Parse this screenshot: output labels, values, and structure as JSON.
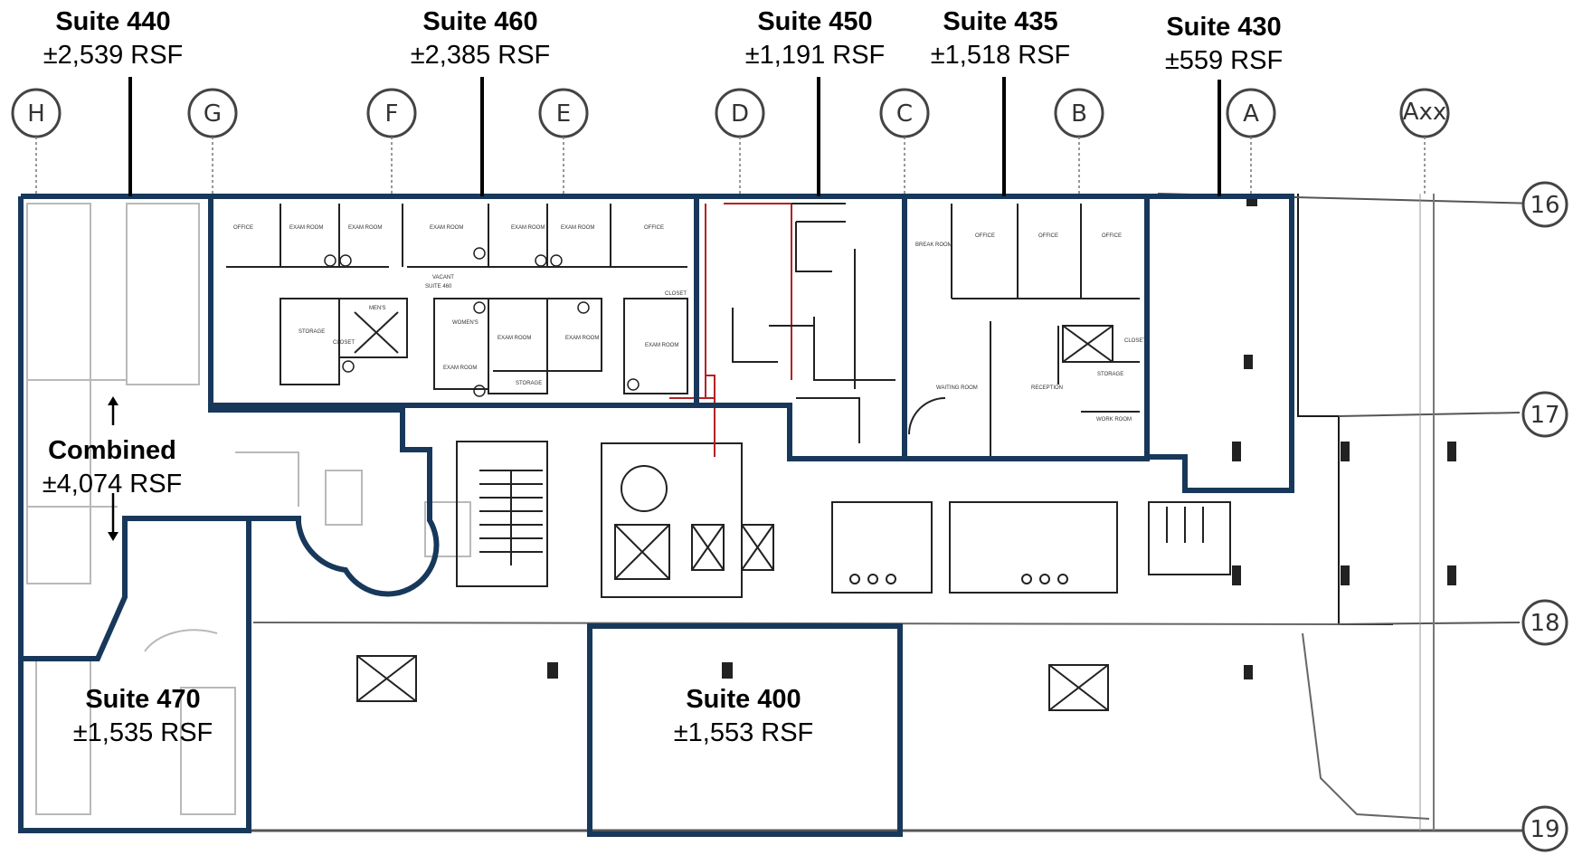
{
  "plan": {
    "suites": [
      {
        "id": "440",
        "name": "Suite 440",
        "area": "±2,539 RSF"
      },
      {
        "id": "460",
        "name": "Suite 460",
        "area": "±2,385 RSF"
      },
      {
        "id": "450",
        "name": "Suite 450",
        "area": "±1,191 RSF"
      },
      {
        "id": "435",
        "name": "Suite 435",
        "area": "±1,518 RSF"
      },
      {
        "id": "430",
        "name": "Suite 430",
        "area": "±559 RSF"
      },
      {
        "id": "470",
        "name": "Suite 470",
        "area": "±1,535 RSF"
      },
      {
        "id": "400",
        "name": "Suite 400",
        "area": "±1,553 RSF"
      }
    ],
    "combined": {
      "name": "Combined",
      "area": "±4,074 RSF"
    },
    "column_grid": [
      "H",
      "G",
      "F",
      "E",
      "D",
      "C",
      "B",
      "A",
      "Axx"
    ],
    "row_grid": [
      "16",
      "17",
      "18",
      "19"
    ],
    "room_labels": {
      "office_a": "OFFICE",
      "exam_1": "EXAM ROOM",
      "exam_2": "EXAM ROOM",
      "exam_3": "EXAM ROOM",
      "exam_4": "EXAM ROOM",
      "exam_5": "EXAM ROOM",
      "office_b": "OFFICE",
      "vacant_1": "VACANT",
      "vacant_2": "SUITE 460",
      "storage_a": "STORAGE",
      "closet_a": "CLOSET",
      "mens": "MEN'S",
      "womens": "WOMEN'S",
      "exam_6": "EXAM ROOM",
      "exam_7": "EXAM ROOM",
      "exam_8": "EXAM ROOM",
      "exam_9": "EXAM ROOM",
      "storage_b": "STORAGE",
      "closet_b": "CLOSET",
      "break_room": "BREAK ROOM",
      "office_c": "OFFICE",
      "office_d": "OFFICE",
      "office_e": "OFFICE",
      "waiting_room": "WAITING ROOM",
      "reception": "RECEPTION",
      "storage_c": "STORAGE",
      "work_room": "WORK ROOM",
      "closet_c": "CLOSET"
    }
  },
  "colors": {
    "suite_outline": "#17385a",
    "leader": "#000000",
    "red_wall": "#b22222"
  }
}
